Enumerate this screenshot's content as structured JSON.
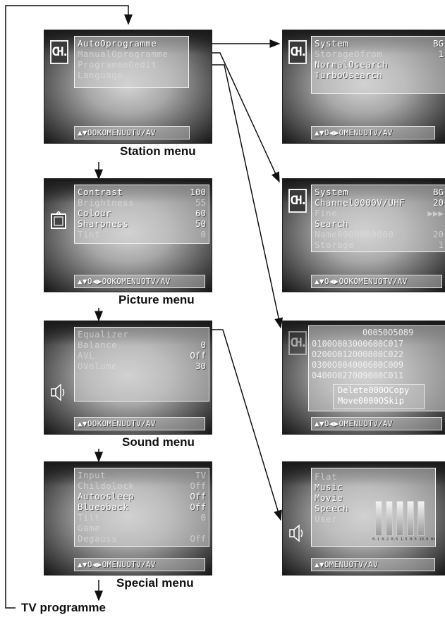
{
  "station_menu": {
    "caption": "Station menu",
    "logo": "CH.",
    "items": [
      "AutoOprogramme",
      "ManualOprogramme",
      "ProgrammeOedit",
      "Language"
    ],
    "nav": "▲▼OOKOMENUOTV/AV"
  },
  "picture_menu": {
    "caption": "Picture menu",
    "items": [
      {
        "label": "Contrast",
        "value": "100"
      },
      {
        "label": "Brightness",
        "value": "55"
      },
      {
        "label": "Colour",
        "value": "60"
      },
      {
        "label": "Sharpness",
        "value": "50"
      },
      {
        "label": "Tint",
        "value": "0"
      }
    ],
    "nav": "▲▼O◀▶OOKOMENUOTV/AV"
  },
  "sound_menu": {
    "caption": "Sound menu",
    "items": [
      {
        "label": "Equalizer",
        "value": ""
      },
      {
        "label": "Balance",
        "value": "0"
      },
      {
        "label": "AVL",
        "value": "Off"
      },
      {
        "label": "OVolume",
        "value": "30"
      }
    ],
    "nav": "▲▼OOKOMENUOTV/AV"
  },
  "special_menu": {
    "caption": "Special menu",
    "items": [
      {
        "label": "Input",
        "value": "TV"
      },
      {
        "label": "Childolock",
        "value": "Off"
      },
      {
        "label": "Autoosleep",
        "value": "Off"
      },
      {
        "label": "Blueoback",
        "value": "Off"
      },
      {
        "label": "Tilt",
        "value": "0"
      },
      {
        "label": "Game",
        "value": ""
      },
      {
        "label": "Degauss",
        "value": "Off"
      }
    ],
    "nav": "▲▼O◀▶OMENUOTV/AV"
  },
  "tv_programme": {
    "caption": "TV programme"
  },
  "auto_programme_screen": {
    "logo": "CH.",
    "items": [
      {
        "label": "System",
        "value": "BG"
      },
      {
        "label": "StorageOfrom",
        "value": "1"
      },
      {
        "label": "NormalOsearch",
        "value": ""
      },
      {
        "label": "TurboOsearch",
        "value": ""
      }
    ],
    "nav": "▲▼O◀▶OMENUOTV/AV"
  },
  "manual_programme_screen": {
    "logo": "CH.",
    "items": [
      {
        "label": "System",
        "value": "BG"
      },
      {
        "label": "Channel0000V/UHF",
        "value": "20"
      },
      {
        "label": "Fine",
        "value": "▶▶▶"
      },
      {
        "label": "Search",
        "value": ""
      },
      {
        "label": "Name0000000000",
        "value": "20"
      },
      {
        "label": "Storage",
        "value": "1"
      }
    ],
    "nav": "▲▼O◀▶OOKOMENUOTV/AV"
  },
  "programme_edit_screen": {
    "rows": [
      "00050O5089",
      "0100O003000600C017",
      "0200O012000800C022",
      "0300O004000600C009",
      "0400O027009000C011"
    ],
    "buttons": [
      "Delete000OCopy",
      "Move0000OSkip"
    ],
    "nav": "▲▼O◀▶OMENUOTV/AV"
  },
  "equalizer_screen": {
    "items": [
      "Flat",
      "Music",
      "Movie",
      "Speech",
      "User"
    ],
    "freq_label": "0.1 0.2 0.5 1.5 0.5 10.0 Hz",
    "nav": "▲▼OMENUOTV/AV"
  }
}
